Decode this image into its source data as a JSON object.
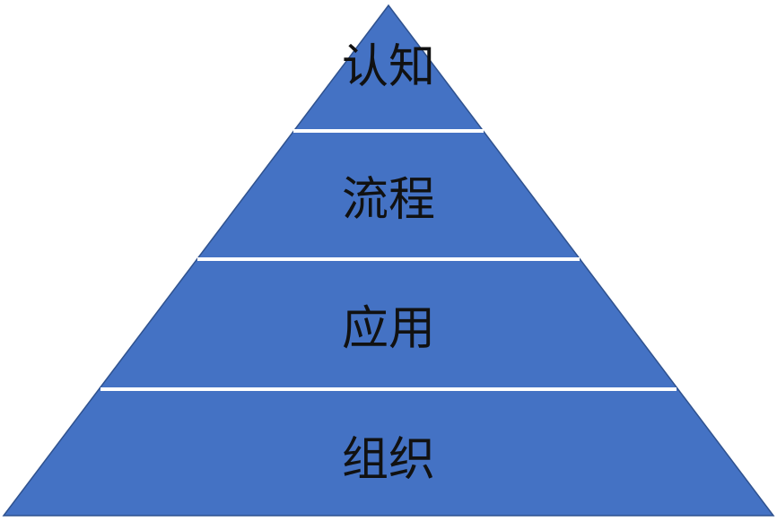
{
  "pyramid": {
    "fill_color": "#4472C4",
    "edge_color": "#2F528F",
    "divider_color": "#FFFFFF",
    "text_color": "#111111",
    "tiers": [
      {
        "label": "认知"
      },
      {
        "label": "流程"
      },
      {
        "label": "应用"
      },
      {
        "label": "组织"
      }
    ]
  }
}
